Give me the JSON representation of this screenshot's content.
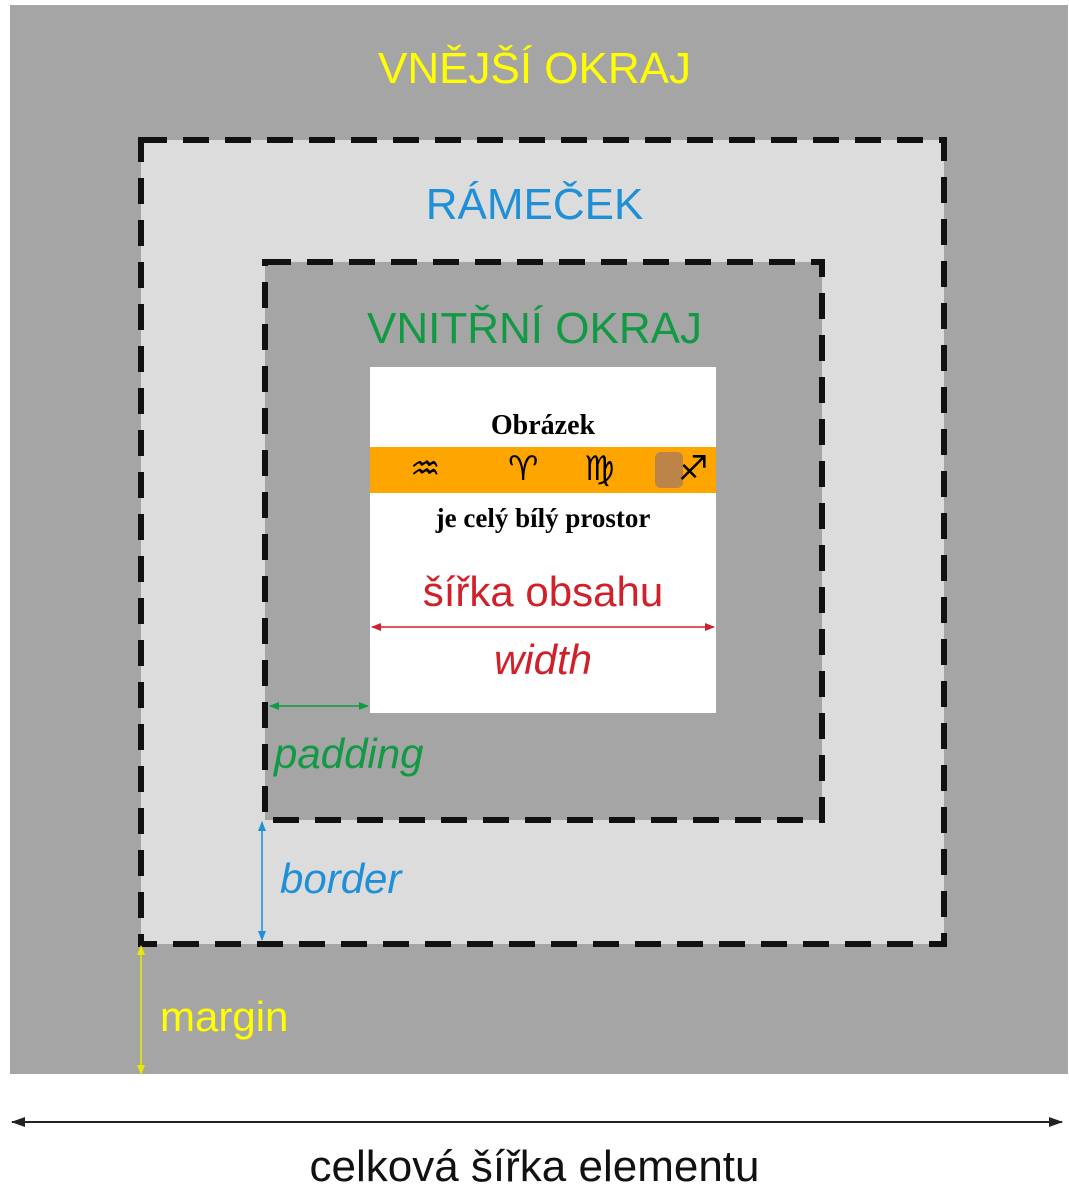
{
  "labels": {
    "margin_title": "VNĚJŠÍ OKRAJ",
    "border_title": "RÁMEČEK",
    "padding_title": "VNITŘNÍ OKRAJ",
    "image_title": "Obrázek",
    "image_note": "je celý bílý prostor",
    "content_width": "šířka obsahu",
    "width": "width",
    "padding": "padding",
    "border": "border",
    "margin": "margin",
    "total_width": "celková šířka elementu"
  },
  "image_strip": {
    "background": "#ffa500",
    "symbols": [
      "♒",
      "♈",
      "♍",
      "♐"
    ]
  },
  "colors": {
    "margin": "#ffff00",
    "border": "#1f8fd8",
    "padding": "#119944",
    "content": "#d0202a",
    "outer_gray": "#a5a5a5",
    "border_gray": "#dcdcdc",
    "dash": "#111111"
  }
}
